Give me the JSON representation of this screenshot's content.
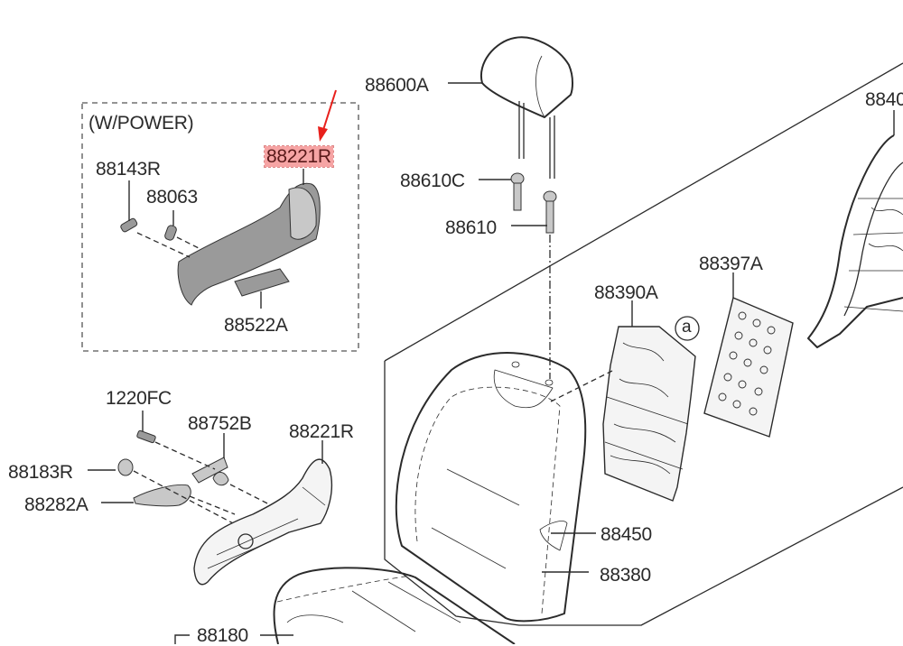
{
  "diagram": {
    "title": "Seat parts exploded diagram",
    "power_group_label": "(W/POWER)",
    "highlight_color": "#f6a4a4",
    "arrow_color": "#e8201c",
    "callout_circle": "a",
    "labels": {
      "p88600A": "88600A",
      "p88610C": "88610C",
      "p88610": "88610",
      "p88143R": "88143R",
      "p88063": "88063",
      "p88221R_power": "88221R",
      "p88522A": "88522A",
      "p88390A": "88390A",
      "p88397A": "88397A",
      "p8840x": "8840",
      "p1220FC": "1220FC",
      "p88752B": "88752B",
      "p88221R": "88221R",
      "p88183R": "88183R",
      "p88282A": "88282A",
      "p88450": "88450",
      "p88380": "88380",
      "p88180": "88180"
    },
    "highlighted_part": "88221R"
  }
}
